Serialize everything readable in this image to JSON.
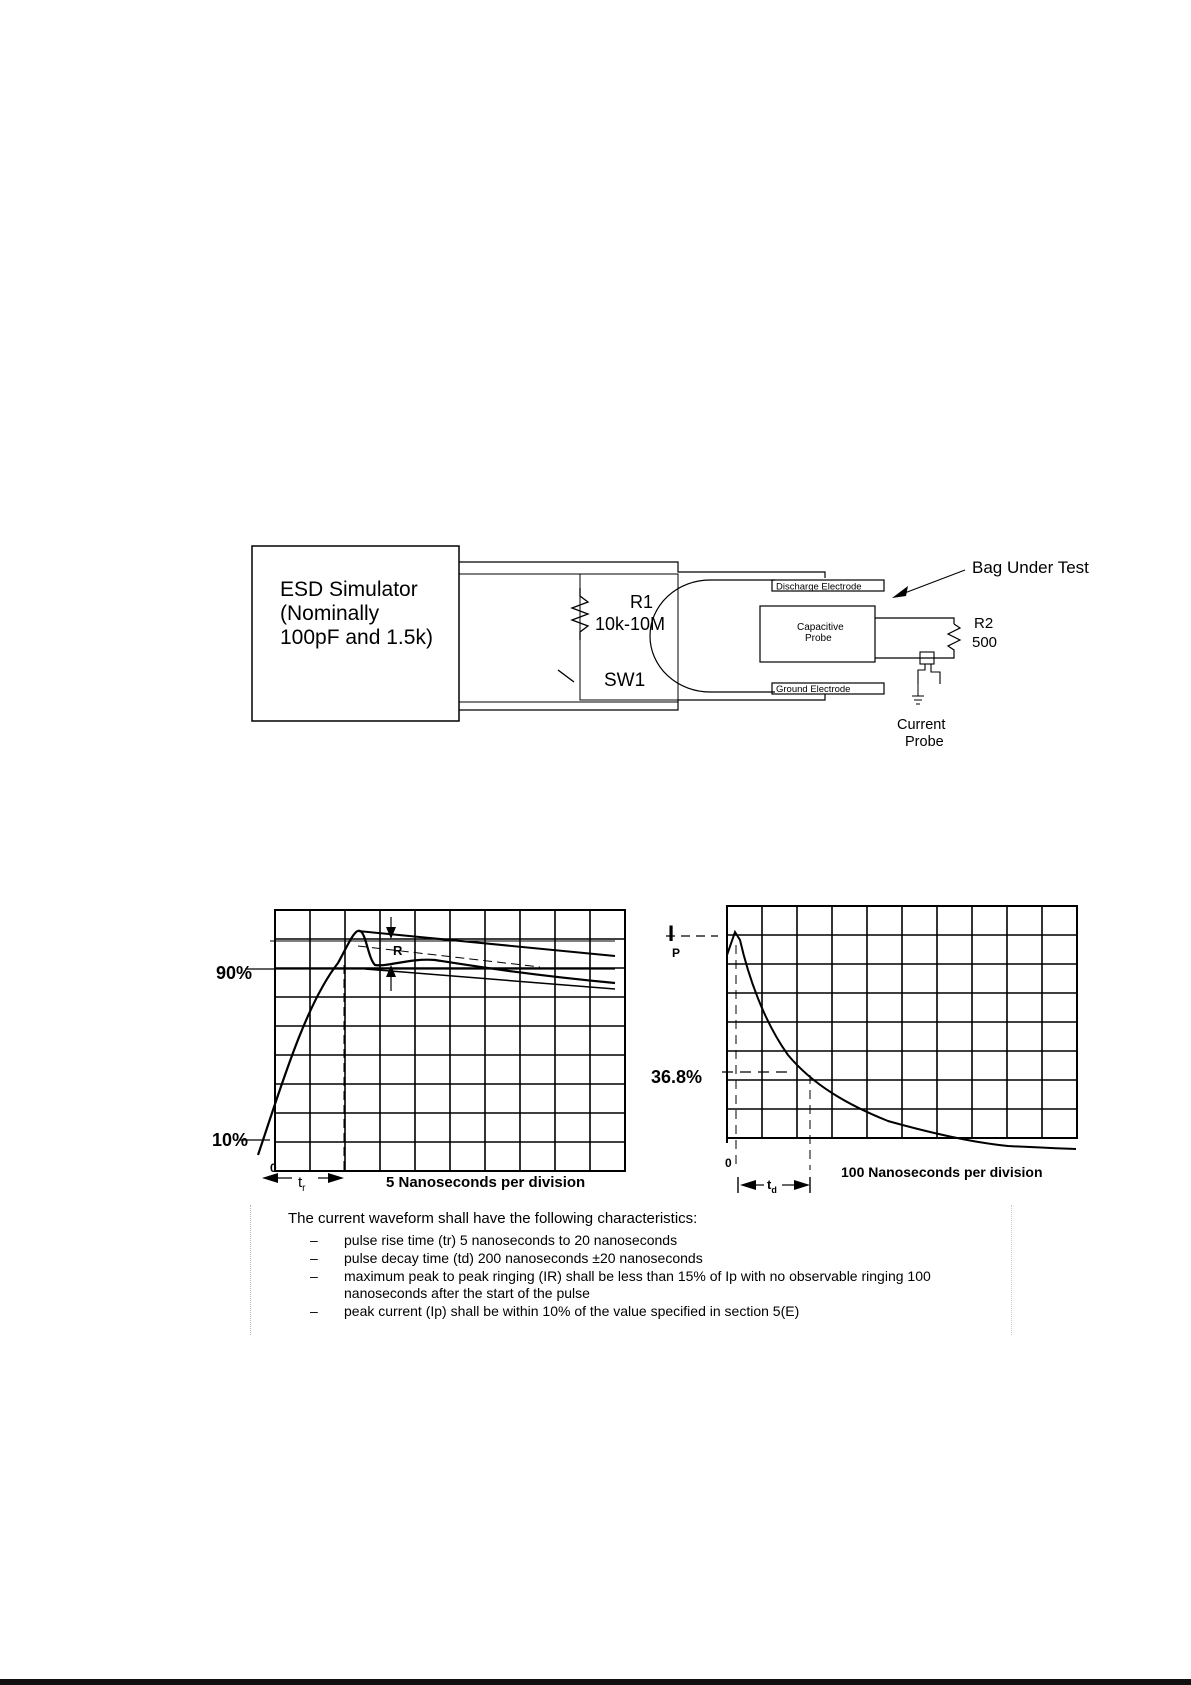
{
  "circuit": {
    "simulator_line1": "ESD Simulator",
    "simulator_line2": "(Nominally",
    "simulator_line3": "100pF and 1.5k)",
    "r1_label": "R1",
    "r1_value": "10k-10M",
    "sw1_label": "SW1",
    "discharge_electrode": "Discharge Electrode",
    "ground_electrode": "Ground Electrode",
    "capacitive_probe_line1": "Capacitive",
    "capacitive_probe_line2": "Probe",
    "r2_label": "R2",
    "r2_value": "500",
    "bag_under_test": "Bag Under Test",
    "current_probe_line1": "Current",
    "current_probe_line2": "Probe"
  },
  "rise_chart": {
    "level_90": "90%",
    "level_10": "10%",
    "origin": "0",
    "rise_symbol": "t",
    "rise_subscript": "r",
    "ringing_label": "R",
    "axis_caption": "5 Nanoseconds per division"
  },
  "decay_chart": {
    "peak_symbol": "I",
    "peak_subscript": "P",
    "level_368": "36.8%",
    "origin": "0",
    "decay_symbol": "t",
    "decay_subscript": "d",
    "axis_caption": "100 Nanoseconds per division"
  },
  "specs": {
    "intro": "The current waveform shall have the following characteristics:",
    "items": [
      "pulse rise time (tr) 5 nanoseconds to 20 nanoseconds",
      "pulse decay time (td) 200 nanoseconds ±20 nanoseconds",
      "maximum peak to peak ringing (IR) shall be less than 15% of Ip with no observable ringing 100 nanoseconds after the start of the pulse",
      "peak current (Ip) shall be within 10% of the value specified in section 5(E)"
    ]
  }
}
